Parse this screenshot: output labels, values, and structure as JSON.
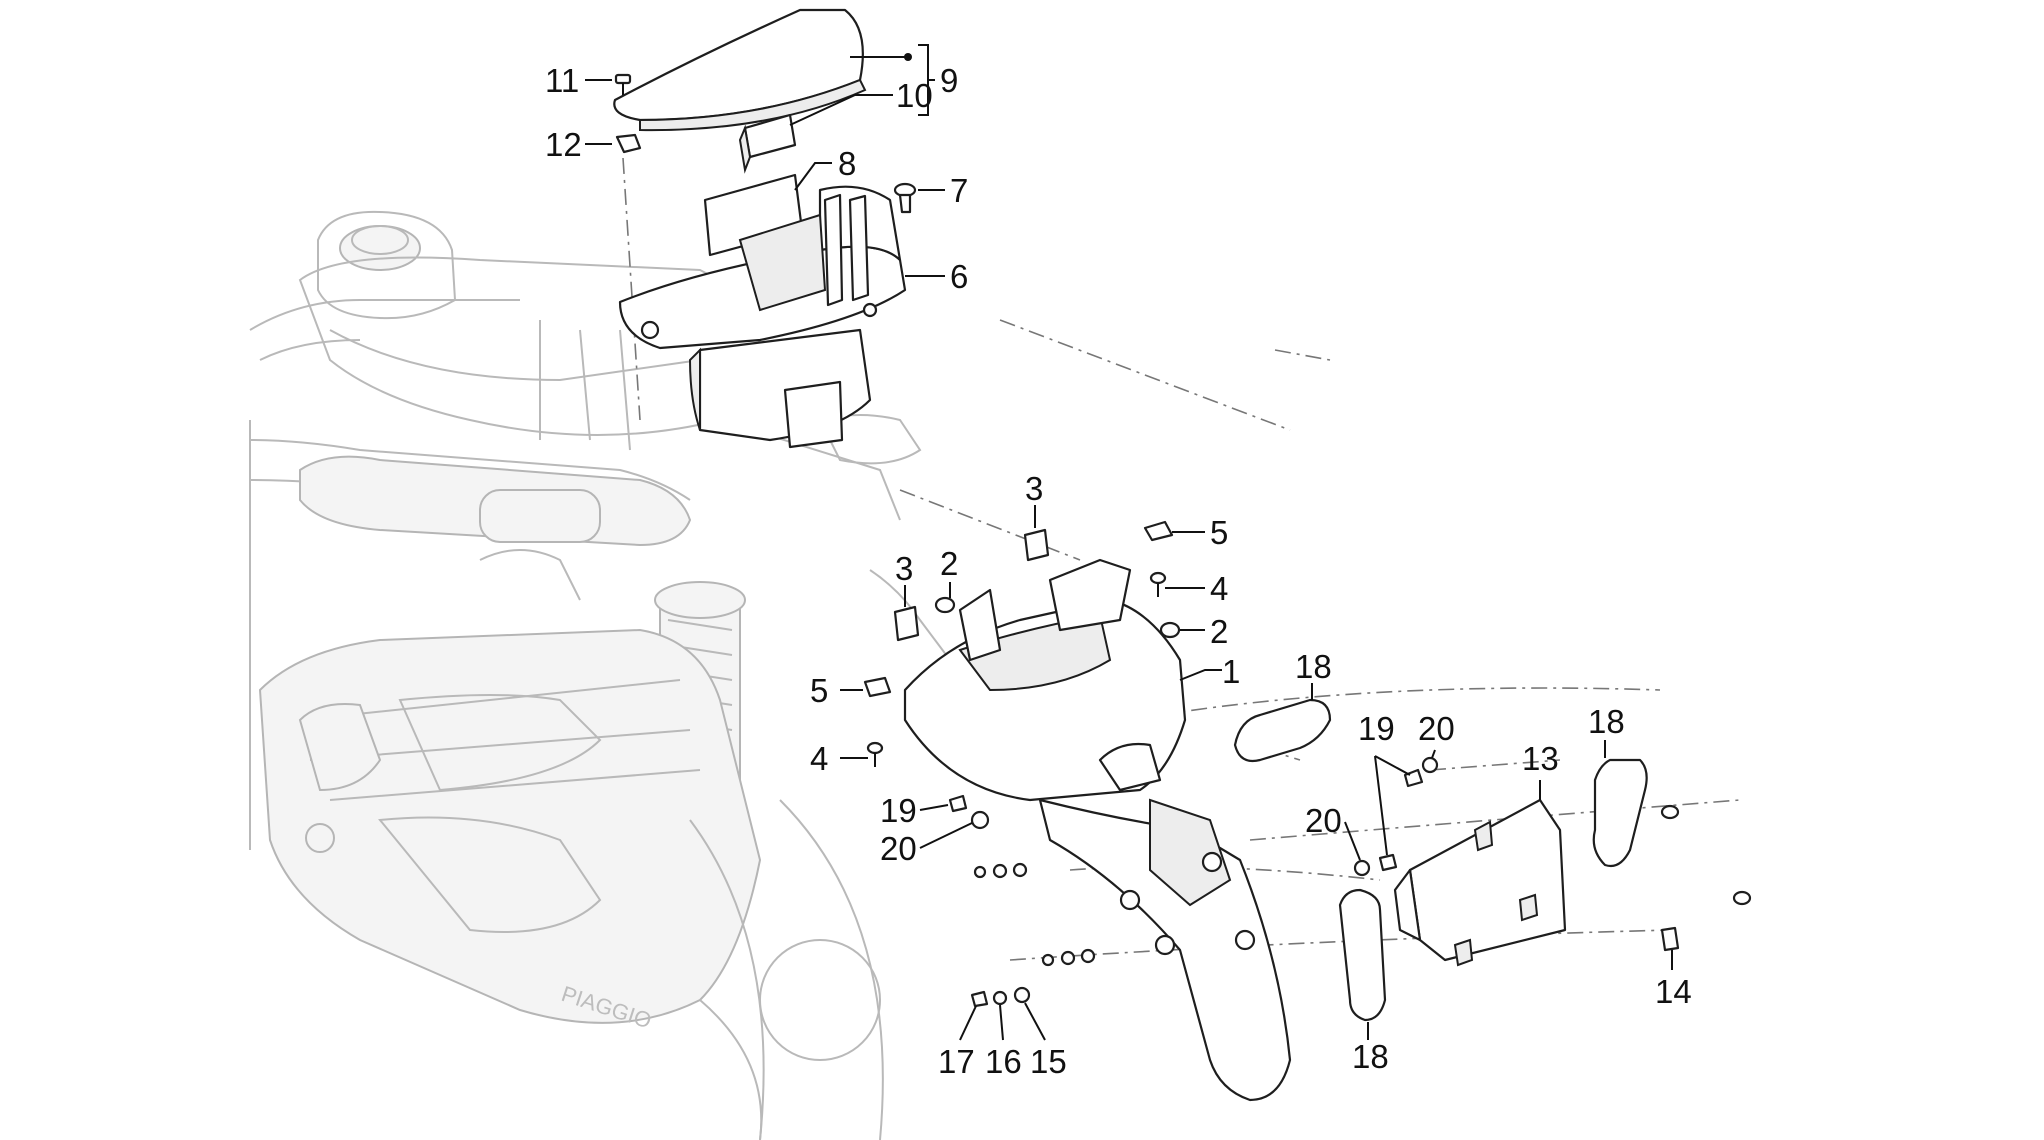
{
  "diagram": {
    "labels": [
      {
        "id": "l1",
        "text": "1"
      },
      {
        "id": "l2a",
        "text": "2"
      },
      {
        "id": "l2b",
        "text": "2"
      },
      {
        "id": "l3a",
        "text": "3"
      },
      {
        "id": "l3b",
        "text": "3"
      },
      {
        "id": "l4a",
        "text": "4"
      },
      {
        "id": "l4b",
        "text": "4"
      },
      {
        "id": "l5a",
        "text": "5"
      },
      {
        "id": "l5b",
        "text": "5"
      },
      {
        "id": "l6",
        "text": "6"
      },
      {
        "id": "l7",
        "text": "7"
      },
      {
        "id": "l8",
        "text": "8"
      },
      {
        "id": "l9",
        "text": "9"
      },
      {
        "id": "l10",
        "text": "10"
      },
      {
        "id": "l11",
        "text": "11"
      },
      {
        "id": "l12",
        "text": "12"
      },
      {
        "id": "l13",
        "text": "13"
      },
      {
        "id": "l14",
        "text": "14"
      },
      {
        "id": "l15",
        "text": "15"
      },
      {
        "id": "l16",
        "text": "16"
      },
      {
        "id": "l17",
        "text": "17"
      },
      {
        "id": "l18a",
        "text": "18"
      },
      {
        "id": "l18b",
        "text": "18"
      },
      {
        "id": "l18c",
        "text": "18"
      },
      {
        "id": "l19a",
        "text": "19"
      },
      {
        "id": "l19b",
        "text": "19"
      },
      {
        "id": "l20a",
        "text": "20"
      },
      {
        "id": "l20b",
        "text": "20"
      },
      {
        "id": "l20c",
        "text": "20"
      }
    ],
    "brand_mark": "PIAGGIO"
  }
}
